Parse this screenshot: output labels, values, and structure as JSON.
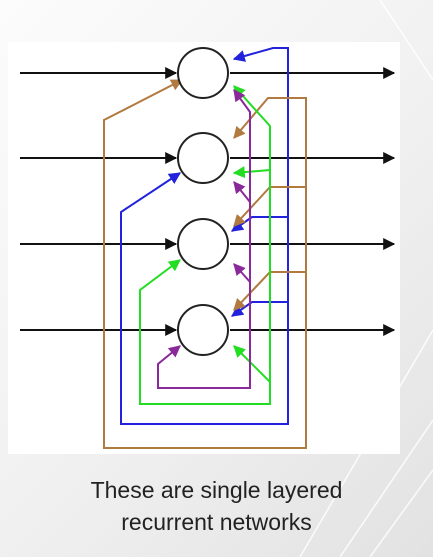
{
  "caption": {
    "line1": "These are single layered",
    "line2": "recurrent networks"
  },
  "diagram": {
    "node_count": 4,
    "edge_colors": {
      "input_output": "#111111",
      "node1": "#2222dd",
      "node2": "#b07a40",
      "node3": "#22dd22",
      "node4": "#8a2a9a"
    }
  }
}
